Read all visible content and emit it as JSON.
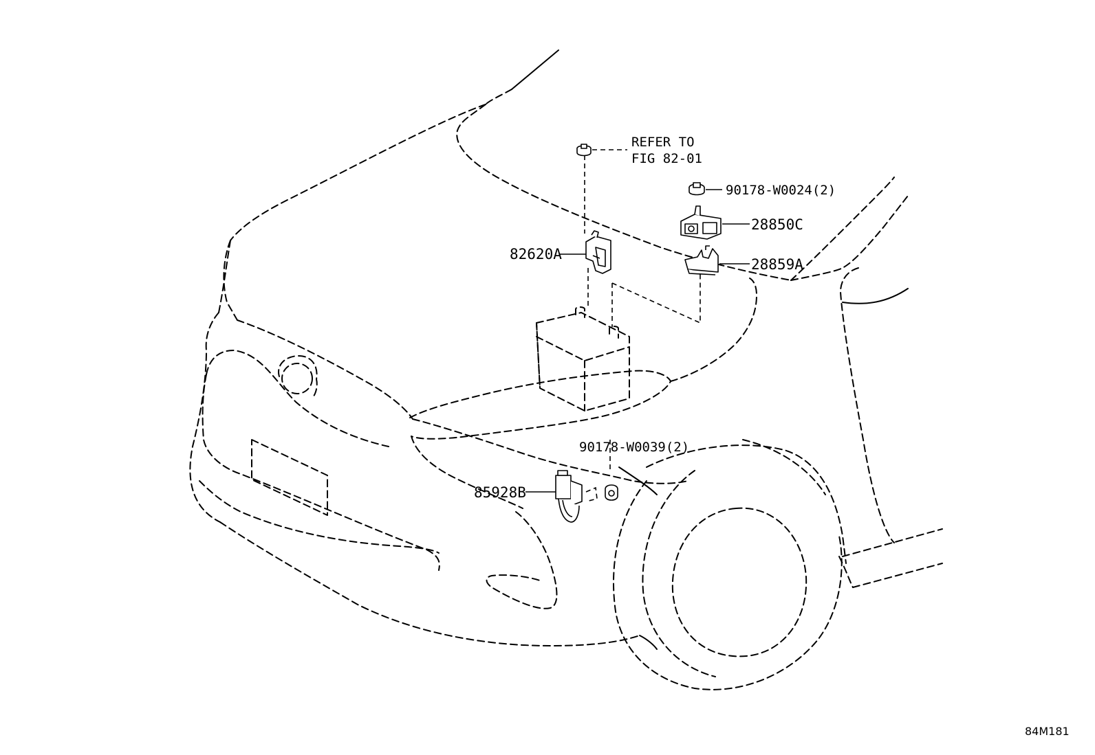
{
  "labels": {
    "refer_line1": "REFER TO",
    "refer_line2": "FIG 82-01",
    "nut_top": "90178-W0024(2)",
    "part_28850c": "28850C",
    "part_28859a": "28859A",
    "part_82620a": "82620A",
    "nut_bottom": "90178-W0039(2)",
    "part_85928b": "85928B"
  },
  "figure_code": "84M181"
}
